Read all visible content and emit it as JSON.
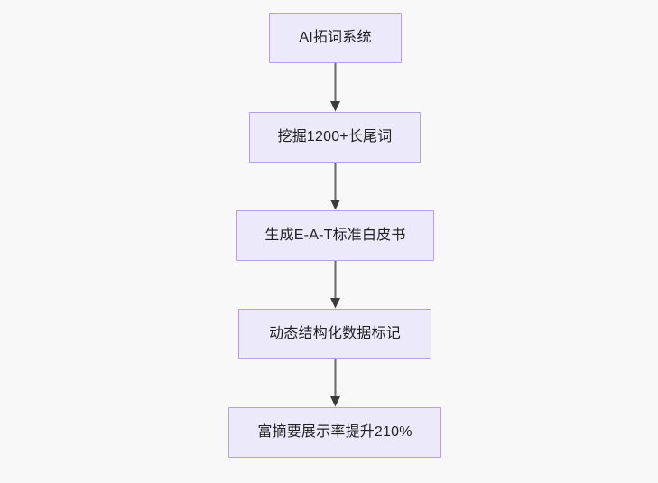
{
  "diagram": {
    "type": "flowchart",
    "orientation": "top-to-bottom",
    "background_color": "#f8f8f9",
    "node_fill_color": "#ece9fb",
    "node_border_color": "#b4a1dd",
    "node_text_color": "#1f2020",
    "edge_color": "#6e6e6e",
    "arrowhead_color": "#3b3b3b",
    "nodes": [
      {
        "id": "node-1",
        "label": "AI拓词系统"
      },
      {
        "id": "node-2",
        "label": "挖掘1200+长尾词"
      },
      {
        "id": "node-3",
        "label": "生成E-A-T标准白皮书"
      },
      {
        "id": "node-4",
        "label": "动态结构化数据标记"
      },
      {
        "id": "node-5",
        "label": "富摘要展示率提升210%"
      }
    ],
    "edges": [
      {
        "id": "edge-1",
        "from": "node-1",
        "to": "node-2",
        "label": ""
      },
      {
        "id": "edge-2",
        "from": "node-2",
        "to": "node-3",
        "label": ""
      },
      {
        "id": "edge-3",
        "from": "node-3",
        "to": "node-4",
        "label": ""
      },
      {
        "id": "edge-4",
        "from": "node-4",
        "to": "node-5",
        "label": ""
      }
    ]
  }
}
